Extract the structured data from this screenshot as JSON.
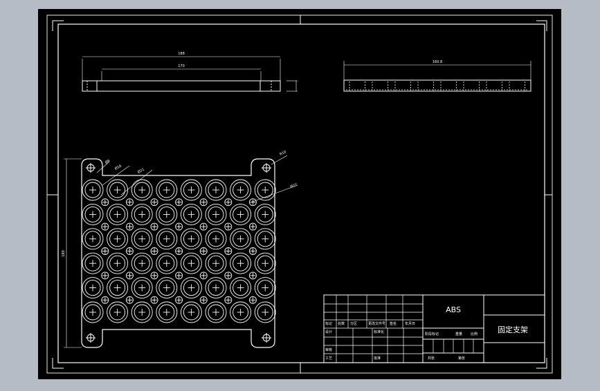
{
  "colors": {
    "background": "#b5bcc6",
    "paper": "#000000",
    "line": "#ffffff"
  },
  "views": {
    "front_dim_outer": "188",
    "front_dim_inner": "170",
    "top_dim": "160.8",
    "plan_dim_height": "180",
    "callouts": [
      "Ø6",
      "Ø16",
      "Ø21",
      "Ø27",
      "R10"
    ]
  },
  "title_block": {
    "material": "ABS",
    "part_name": "固定支架",
    "left_labels": [
      "标记",
      "处数",
      "分区",
      "更改文件号",
      "签名",
      "年月日"
    ],
    "row_labels": [
      "设计",
      "审核",
      "工艺",
      "标准化",
      "批准"
    ],
    "right_labels": [
      "阶段标记",
      "重量",
      "比例",
      "共张",
      "第张"
    ]
  }
}
